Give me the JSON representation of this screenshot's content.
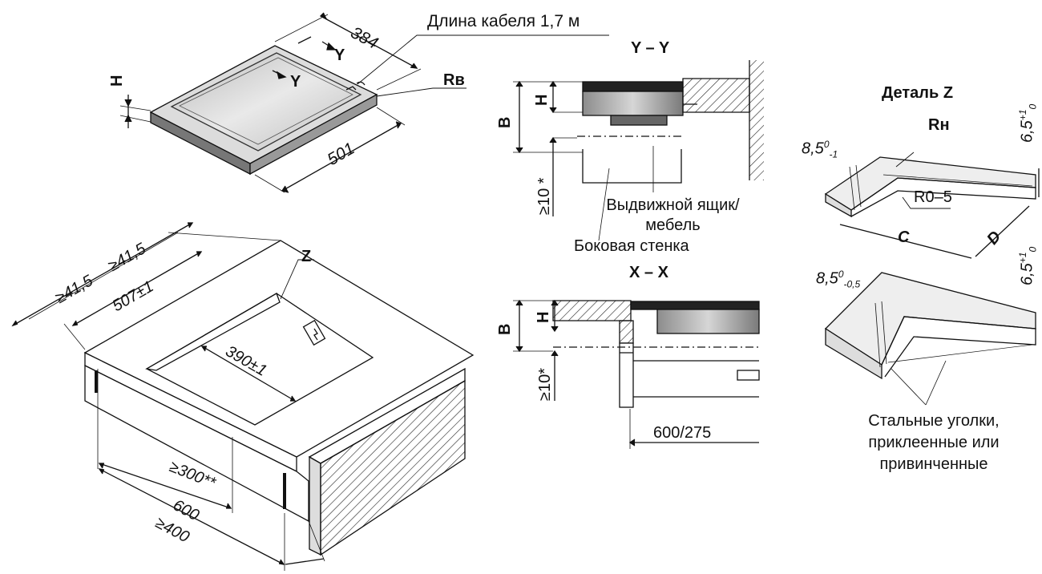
{
  "cable_length": "Длина кабеля 1,7 м",
  "top_view": {
    "dim_depth": "384",
    "dim_width": "501",
    "label_h": "H",
    "label_rv": "Rв",
    "section_y": "Y"
  },
  "cutout_view": {
    "dim_side_1": "≥41,5",
    "dim_side_2": "≥41,5",
    "dim_width": "507±1",
    "dim_depth": "390±1",
    "label_z": "Z",
    "dim_300": "≥300**",
    "dim_600": "600",
    "dim_400": "≥400"
  },
  "section_yy": {
    "title": "Y – Y",
    "label_b": "B",
    "label_h": "H",
    "dim_10": "≥10 *",
    "callout_drawer": "Выдвижной ящик/мебель",
    "callout_side": "Боковая стенка"
  },
  "section_xx": {
    "title": "X – X",
    "label_b": "B",
    "label_h": "H",
    "dim_10": "≥10*",
    "dim_600_275": "600/275"
  },
  "detail_z": {
    "title": "Деталь Z",
    "label_rn": "Rн",
    "dim_85": "8,5",
    "dim_85_tol": "-1",
    "dim_85_sup": "0",
    "dim_65": "6,5",
    "dim_65_sup": "+1",
    "dim_65_sub": "0",
    "label_r05": "R0–5",
    "label_c": "C",
    "label_d": "D"
  },
  "detail_2": {
    "dim_85": "8,5",
    "dim_85_tol": "-0,5",
    "dim_85_sup": "0",
    "dim_65": "6,5",
    "dim_65_sup": "+1",
    "dim_65_sub": "0",
    "caption": "Стальные уголки, приклеенные или привинченные"
  }
}
